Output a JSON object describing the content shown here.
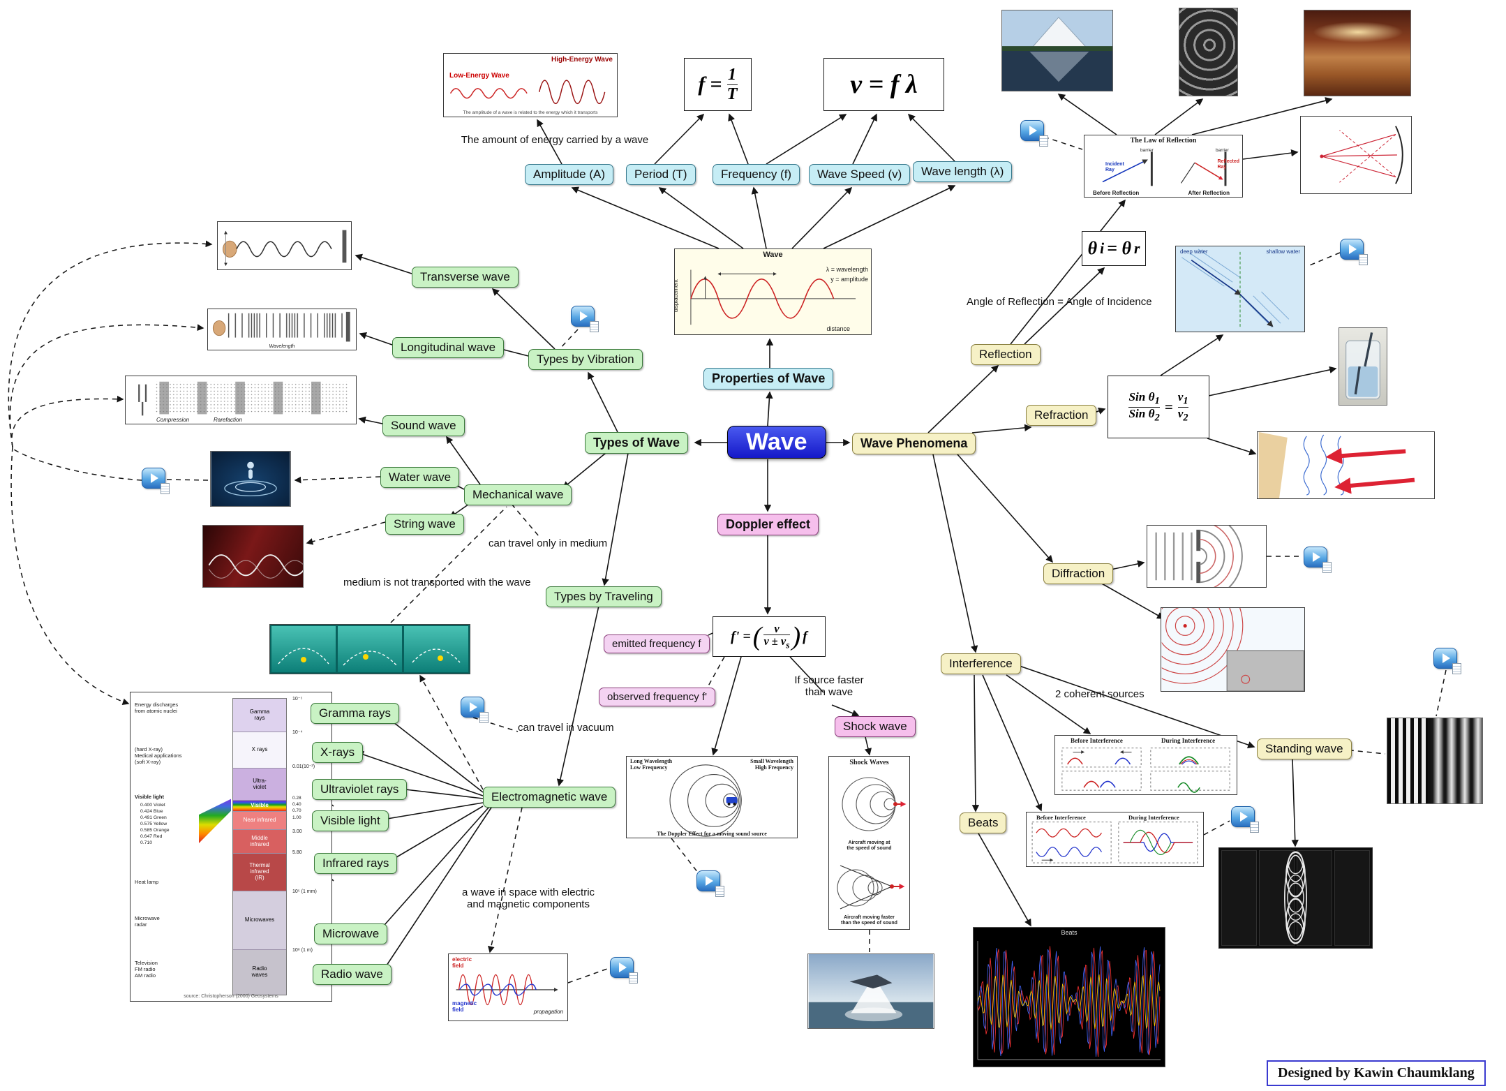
{
  "credit": "Designed by Kawin  Chaumklang",
  "center": {
    "label": "Wave"
  },
  "main": {
    "properties": "Properties of Wave",
    "types": "Types of  Wave",
    "phenomena": "Wave Phenomena",
    "doppler": "Doppler effect"
  },
  "properties": {
    "amplitude": "Amplitude (A)",
    "period": "Period (T)",
    "frequency": "Frequency (f)",
    "speed": "Wave Speed (v)",
    "length": "Wave length (λ)",
    "energy_note": "The amount of energy carried by a wave",
    "freq_formula": {
      "lhs": "f",
      "eq": "=",
      "num": "1",
      "den": "T"
    },
    "speed_formula": "v  = f λ"
  },
  "types": {
    "by_vibration": "Types by Vibration",
    "transverse": "Transverse wave",
    "longitudinal": "Longitudinal wave",
    "mechanical": "Mechanical wave",
    "sound": "Sound wave",
    "water": "Water wave",
    "string": "String wave",
    "by_traveling": "Types by Traveling",
    "electromagnetic": "Electromagnetic wave",
    "note_medium": "can travel only in medium",
    "note_medium2": "medium is not transported with the wave",
    "note_vacuum": "can travel in vacuum",
    "note_em": "a wave in space with electric\nand magnetic components",
    "em_kinds": [
      "Gramma rays",
      "X-rays",
      "Ultraviolet rays",
      "Visible light",
      "Infrared rays",
      "Microwave",
      "Radio wave"
    ]
  },
  "phenomena": {
    "reflection": "Reflection",
    "refraction": "Refraction",
    "diffraction": "Diffraction",
    "interference": "Interference",
    "beats": "Beats",
    "standing": "Standing wave",
    "shock": "Shock wave",
    "note_angle": "Angle of Reflection = Angle of Incidence",
    "note_coherent": "2 coherent sources",
    "theta": {
      "lhs": "θ",
      "lsub": "i",
      "mid": "= θ",
      "rsub": "r"
    },
    "snell": {
      "sin": "Sin θ",
      "v": "v",
      "one": "1",
      "two": "2",
      "eq": "="
    }
  },
  "doppler": {
    "emitted": "emitted frequency f",
    "observed": "observed frequency f'",
    "note_faster": "If source faster\nthan wave",
    "formula": {
      "lhs": "f' =",
      "lp": "(",
      "num": "v",
      "den": "v ± v",
      "den_sub": "s",
      "rp": ")",
      "rhs": "f"
    }
  },
  "figures": {
    "energy": {
      "low": "Low-Energy Wave",
      "high": "High-Energy Wave",
      "caption": "The amplitude of a wave is related to the energy which it transports"
    },
    "law": {
      "title": "The Law of Reflection",
      "incident": "Incident\nRay",
      "reflected": "Reflected\nRay",
      "barrier1": "barrier",
      "barrier2": "barrier",
      "before": "Before Reflection",
      "after": "After Reflection"
    },
    "wavegraph": {
      "title": "Wave",
      "wl": "λ = wavelength",
      "amp": "y = amplitude",
      "xaxis": "distance",
      "yaxis": "displacement"
    },
    "longitudinal_caption": "Wavelength",
    "sound": {
      "c1": "Compression",
      "c2": "Rarefaction"
    },
    "refractwater": {
      "deep": "deep water",
      "shallow": "shallow water"
    },
    "dopplerfig": {
      "left": "Long Wavelength\nLow Frequency",
      "right": "Small Wavelength\nHigh Frequency",
      "caption": "The Doppler Effect  for a moving sound source"
    },
    "shockfig": {
      "title": "Shock Waves",
      "cap1": "Aircraft moving at\nthe speed of sound",
      "cap2": "Aircraft moving faster\nthan the speed of sound"
    },
    "pulses": {
      "before": "Before Interference",
      "during": "During Interference"
    },
    "beatsfig": {
      "before": "Before Interference",
      "during": "During Interference"
    },
    "beatsplot": {
      "title": "Beats"
    },
    "em3d": {
      "electric": "electric\nfield",
      "magnetic": "magnetic\nfield",
      "prop": "propagation"
    },
    "spectrum": {
      "left0": "Energy discharges\nfrom atomic nuclei",
      "left1": "(hard X-ray)\nMedical applications\n(soft X-ray)",
      "left2": "Visible light",
      "left3": "Heat lamp",
      "left4": "Microwave\nradar",
      "left5": "Television\nFM radio\nAM radio",
      "vis": [
        "0.400  Violet",
        "0.424  Blue",
        "0.491  Green",
        "0.575  Yellow",
        "0.585  Orange",
        "0.647  Red",
        "0.710"
      ],
      "bands": [
        "Gamma\nrays",
        "X rays",
        "Ultra-\nviolet",
        "Visible",
        "Near infrared",
        "Middle\ninfrared",
        "Thermal\ninfrared\n(IR)",
        "Microwaves",
        "Radio\nwaves"
      ],
      "scale": [
        "10⁻⁵",
        "10⁻⁴",
        "0.01(10⁻²)",
        "0.28",
        "0.40",
        "0.70",
        "1.00",
        "3.00",
        "5.80",
        "10⁵ (1 mm)",
        "10⁸ (1 m)"
      ],
      "caption": "source: Christopherson (2000) Geosystems"
    }
  }
}
